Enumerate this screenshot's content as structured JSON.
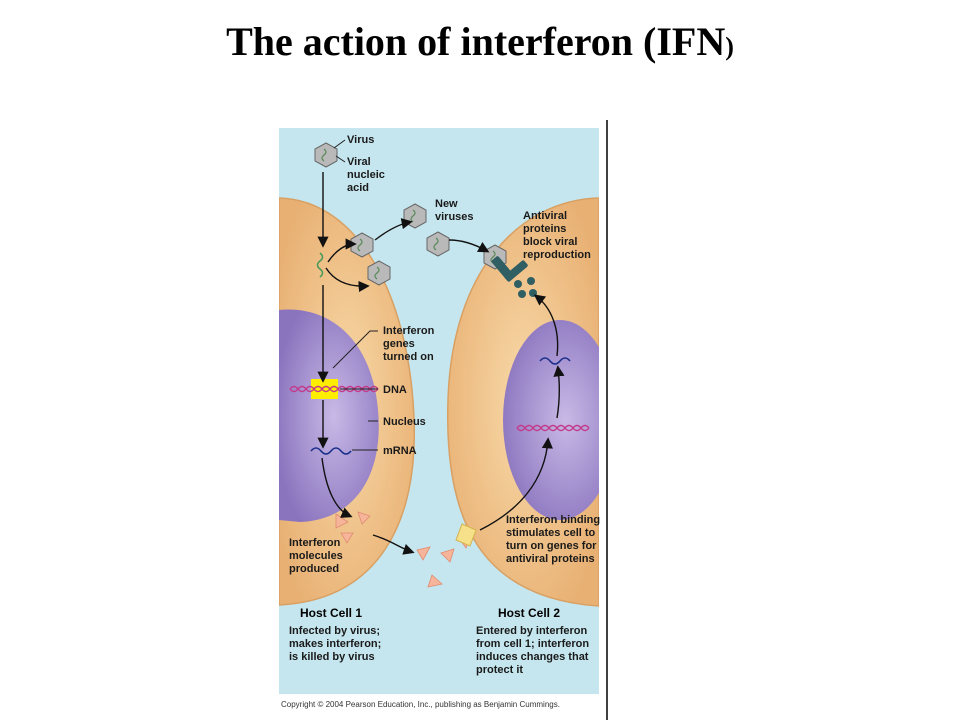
{
  "title": {
    "main": "The action of interferon (IFN",
    "paren": ")"
  },
  "labels": {
    "virus": "Virus",
    "viral_nucleic_acid": [
      "Viral",
      "nucleic",
      "acid"
    ],
    "new_viruses": [
      "New",
      "viruses"
    ],
    "antiviral_proteins": [
      "Antiviral",
      "proteins",
      "block viral",
      "reproduction"
    ],
    "interferon_genes": [
      "Interferon",
      "genes",
      "turned on"
    ],
    "dna": "DNA",
    "nucleus": "Nucleus",
    "mrna": "mRNA",
    "interferon_molecules": [
      "Interferon",
      "molecules",
      "produced"
    ],
    "interferon_binding": [
      "Interferon binding",
      "stimulates cell to",
      "turn on genes for",
      "antiviral proteins"
    ]
  },
  "host_cell_1": {
    "title": "Host Cell 1",
    "lines": [
      "Infected by virus;",
      "makes interferon;",
      "is killed by virus"
    ]
  },
  "host_cell_2": {
    "title": "Host Cell 2",
    "lines": [
      "Entered by interferon",
      "from cell 1; interferon",
      "induces changes that",
      "protect it"
    ]
  },
  "copyright": "Copyright © 2004 Pearson Education, Inc., publishing as Benjamin Cummings.",
  "colors": {
    "background": "#c5e6ee",
    "cell": "#f3c98f",
    "nucleus": "#9a86c9",
    "virus": "#b9b9b9",
    "interferon": "#f6b59a",
    "antiviral": "#2f5f63",
    "dna": "#c43a8a",
    "highlight": "#ffee00",
    "mrna": "#1a2f8a"
  }
}
